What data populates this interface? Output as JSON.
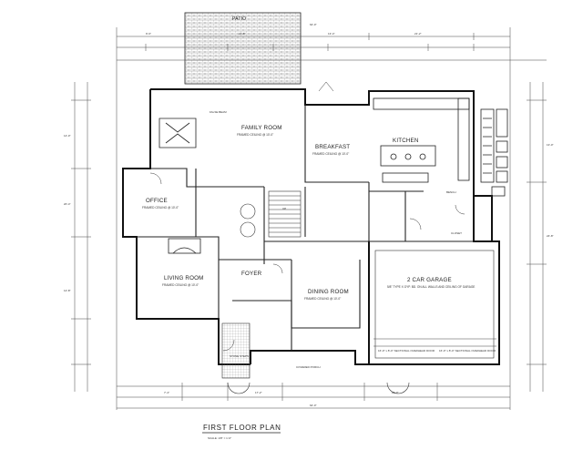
{
  "title": "FIRST FLOOR PLAN",
  "scale_note": "SCALE: 1/8\" = 1'-0\"",
  "rooms": {
    "patio": "PATIO",
    "family_room": "FAMILY ROOM",
    "breakfast": "BREAKFAST",
    "kitchen": "KITCHEN",
    "office": "OFFICE",
    "living_room": "LIVING ROOM",
    "foyer": "FOYER",
    "dining_room": "DINING ROOM",
    "garage": "2 CAR GARAGE",
    "bench": "BENCH",
    "closet": "CLOSET"
  },
  "room_subtitles": {
    "family_room": "FRAMED CEILING @ 10'-0\"",
    "breakfast": "FRAMED CEILING @ 10'-0\"",
    "office": "FRAMED CEILING @ 10'-0\"",
    "living_room": "FRAMED CEILING @ 10'-0\"",
    "dining_room": "FRAMED CEILING @ 10'-0\"",
    "garage": "5/8\" TYPE X GYP. BD. ON ALL WALLS AND CEILING OF GARAGE"
  },
  "notes": {
    "false_beam": "FALSE BEAM",
    "stair": "UP",
    "garage_door_left": "16'-0\" x 8'-0\" SECTIONAL OVERHEAD DOOR",
    "garage_door_right": "16'-0\" x 8'-0\" SECTIONAL OVERHEAD DOOR",
    "porch": "COVERED PORCH",
    "landing": "STONE STEPS"
  },
  "dimensions": {
    "top_a": "9'-6\"",
    "top_b": "21'-8\"",
    "top_c": "13'-4\"",
    "top_d": "21'-2\"",
    "top_total": "64'-0\"",
    "left_a": "14'-0\"",
    "left_b": "20'-4\"",
    "left_c": "12'-8\"",
    "right_a": "13'-0\"",
    "right_b": "24'-8\"",
    "bottom_a": "7'-4\"",
    "bottom_b": "17'-2\"",
    "bottom_c": "23'-0\"",
    "bottom_total": "64'-0\""
  },
  "colors": {
    "line": "#111111",
    "background": "#ffffff",
    "hatch": "#555555"
  }
}
